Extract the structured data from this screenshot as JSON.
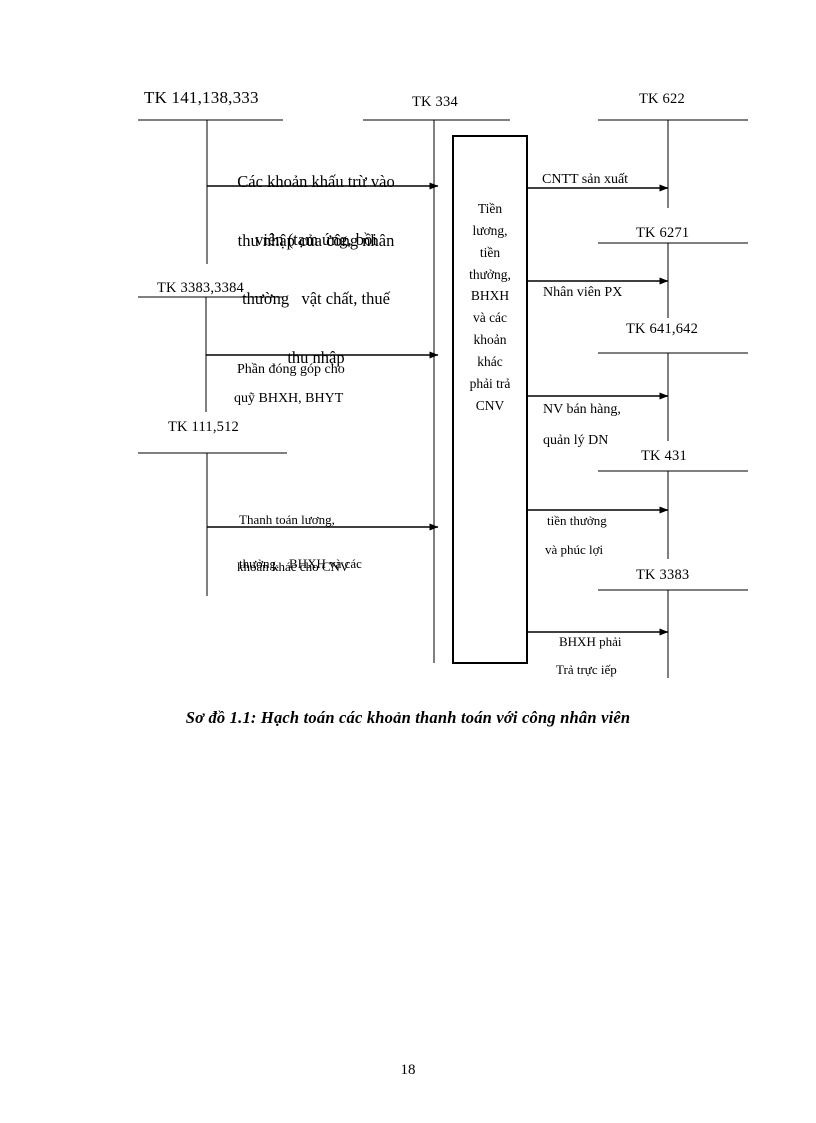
{
  "page": {
    "number": "18",
    "caption": "Sơ đồ 1.1: Hạch toán các khoản thanh toán với công nhân viên"
  },
  "diagram": {
    "center_account": {
      "label": "TK 334",
      "box_text_lines": [
        "Tiền",
        "lương,",
        "tiền",
        "thưởng,",
        "BHXH",
        "và các",
        "khoản",
        "khác",
        "phải trả",
        "CNV"
      ]
    },
    "left_accounts": [
      {
        "label": "TK 141,138,333",
        "flow_above_lines": [
          "Các khoản khấu trừ vào",
          "thu nhập của công nhân"
        ],
        "flow_below_lines": [
          "viên (tạm ứng, bồi",
          "thường   vật chất, thuế",
          "thu nhập"
        ]
      },
      {
        "label": "TK 3383,3384",
        "flow_above_lines": [
          "Phần đóng góp cho"
        ],
        "flow_below_lines": [
          "quỹ BHXH, BHYT"
        ]
      },
      {
        "label": "TK 111,512",
        "flow_above_lines": [
          "Thanh toán lương,",
          "thưởng.   BHXH và các"
        ],
        "flow_below_lines": [
          "khoản khác cho CNV"
        ]
      }
    ],
    "right_accounts": [
      {
        "label": "TK 622",
        "flow_above_lines": [
          "CNTT sản xuất"
        ],
        "flow_below_lines": []
      },
      {
        "label": "TK 6271",
        "flow_above_lines": [
          "Nhân viên PX"
        ],
        "flow_below_lines": []
      },
      {
        "label": "TK 641,642",
        "flow_above_lines": [
          "NV bán hàng,"
        ],
        "flow_below_lines": [
          "quản lý DN"
        ]
      },
      {
        "label": "TK 431",
        "flow_above_lines": [
          "tiền thưởng"
        ],
        "flow_below_lines": [
          "và phúc lợi"
        ]
      },
      {
        "label": "TK 3383",
        "flow_above_lines": [
          "BHXH phải"
        ],
        "flow_below_lines": [
          "Trả trực iếp"
        ]
      }
    ]
  },
  "colors": {
    "ink": "#000000",
    "paper": "#ffffff"
  }
}
